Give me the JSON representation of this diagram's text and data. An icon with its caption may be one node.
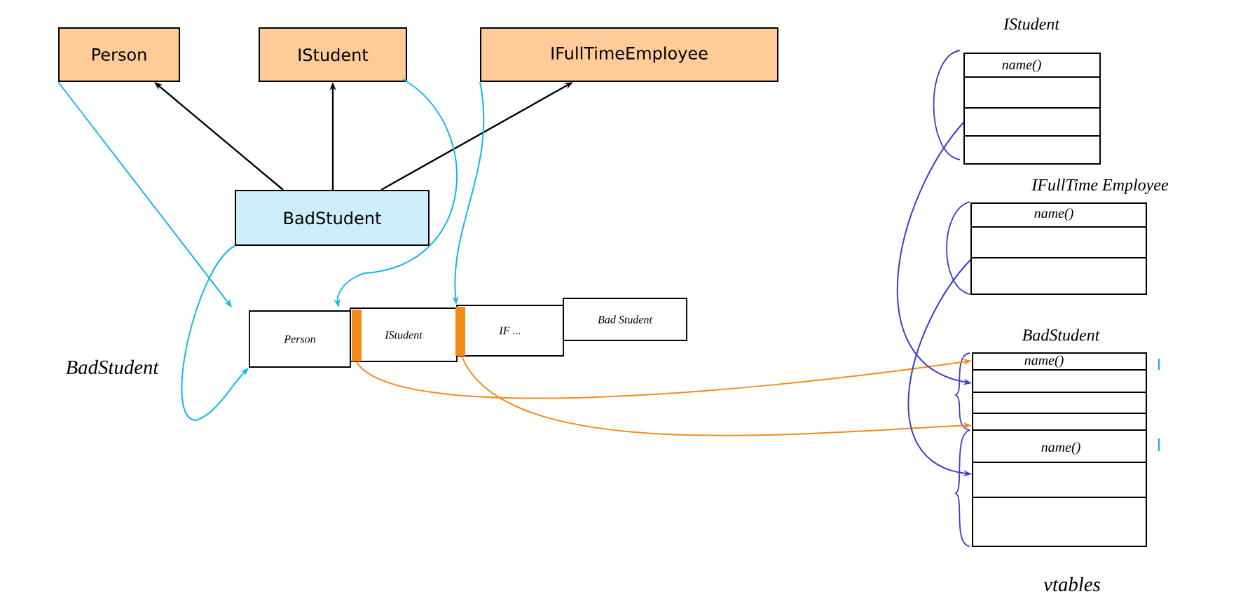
{
  "diagram": {
    "nodes": [
      {
        "text": [
          "Person"
        ]
      },
      {
        "text": [
          "IStudent"
        ]
      },
      {
        "text": [
          "IFullTimeEmployee"
        ]
      },
      {
        "text": [
          "BadStudent"
        ]
      },
      {
        "text": [
          "Person"
        ]
      },
      {
        "text": [
          "IStudent"
        ]
      },
      {
        "text": [
          "IF ..."
        ]
      },
      {
        "text": [
          "Bad Student"
        ]
      },
      {
        "text": [
          "IStudent",
          "name()"
        ]
      },
      {
        "text": [
          "IFullTime Employee",
          "name()"
        ]
      },
      {
        "text": [
          "BadStudent",
          "name()",
          "name()"
        ]
      }
    ],
    "edges": [
      {
        "from": 3,
        "to": 0,
        "arrow": "to",
        "color": "#000000"
      },
      {
        "from": 3,
        "to": 1,
        "arrow": "to",
        "color": "#000000"
      },
      {
        "from": 3,
        "to": 2,
        "arrow": "to",
        "color": "#000000"
      },
      {
        "from": 0,
        "to": 4,
        "arrow": "to",
        "color": "#18b4ee"
      },
      {
        "from": 1,
        "to": 5,
        "arrow": "to",
        "color": "#18b4ee"
      },
      {
        "from": 2,
        "to": 6,
        "arrow": "to",
        "color": "#18b4ee"
      },
      {
        "from": 3,
        "to": 4,
        "arrow": "to",
        "color": "#18b4ee"
      },
      {
        "from": 5,
        "to": 10,
        "arrow": "to",
        "color": "#f28a1c"
      },
      {
        "from": 6,
        "to": 10,
        "arrow": "to",
        "color": "#f28a1c"
      },
      {
        "from": 8,
        "to": 10,
        "arrow": "to",
        "color": "#3c3cc8"
      },
      {
        "from": 9,
        "to": 10,
        "arrow": "to",
        "color": "#3c3cc8"
      }
    ],
    "labels": [
      "BadStudent",
      "vtables"
    ]
  }
}
